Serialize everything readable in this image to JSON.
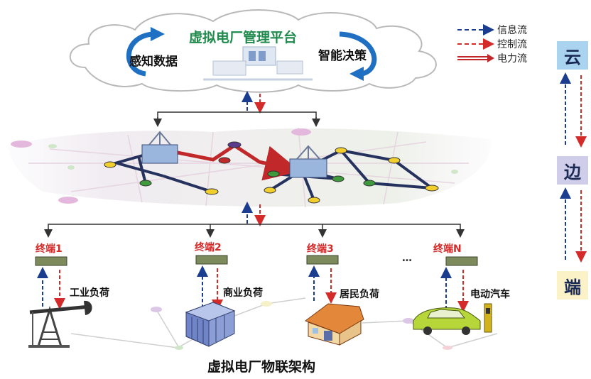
{
  "cloud": {
    "title": "虚拟电厂管理平台",
    "left_label": "感知数据",
    "right_label": "智能决策"
  },
  "legend": [
    {
      "label": "信息流",
      "color": "#1a3d8f",
      "style": "dashed"
    },
    {
      "label": "控制流",
      "color": "#d42a2a",
      "style": "dashed"
    },
    {
      "label": "电力流",
      "color": "#c0282a",
      "style": "double"
    }
  ],
  "tiers": [
    {
      "label": "云",
      "bg": "#a9d3ee"
    },
    {
      "label": "边",
      "bg": "#cfcde9"
    },
    {
      "label": "端",
      "bg": "#fbf2c8"
    }
  ],
  "terminals": [
    {
      "label": "终端1",
      "load": "工业负荷",
      "icon": "oil-pump-icon"
    },
    {
      "label": "终端2",
      "load": "商业负荷",
      "icon": "building-icon"
    },
    {
      "label": "终端3",
      "load": "居民负荷",
      "icon": "house-icon"
    },
    {
      "label": "终端N",
      "load": "电动汽车",
      "icon": "ev-car-icon"
    }
  ],
  "ellipsis": "…",
  "caption": "虚拟电厂物联架构"
}
